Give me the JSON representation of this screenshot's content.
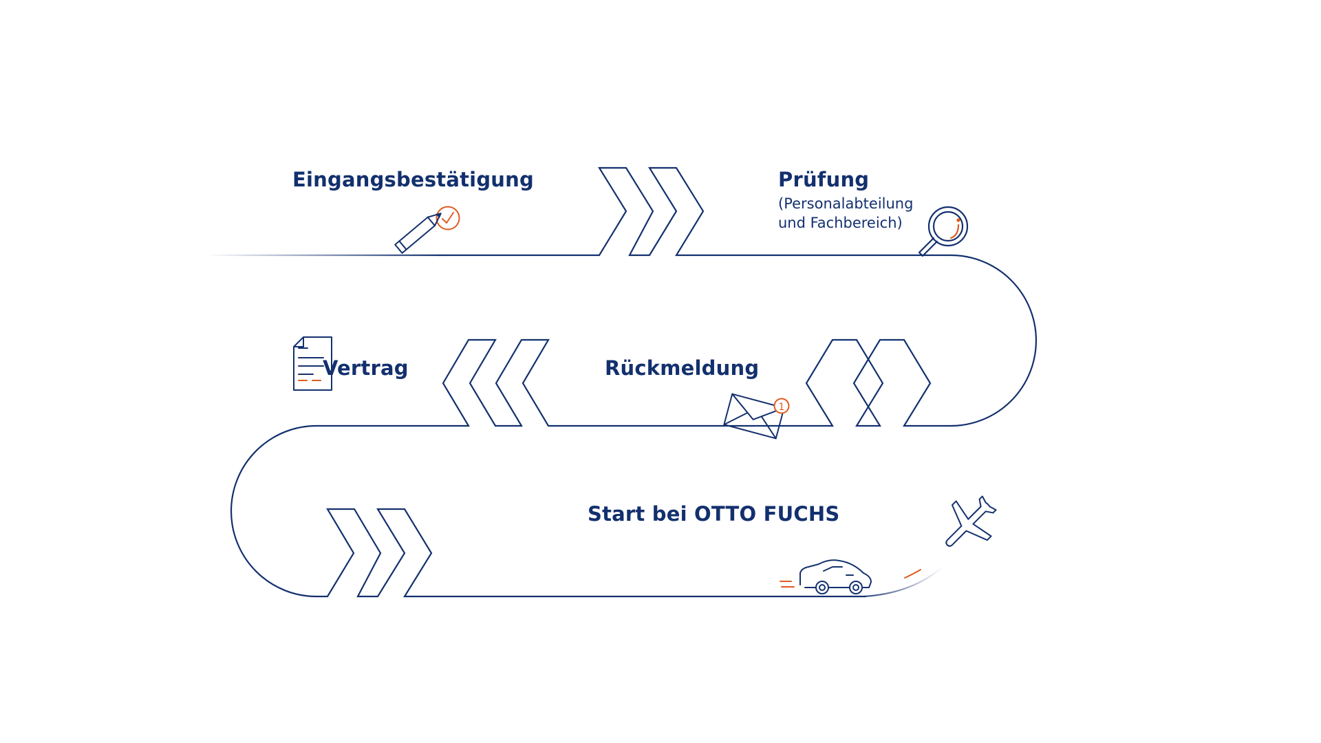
{
  "steps": {
    "eingang": {
      "title": "Eingangsbestätigung"
    },
    "pruefung": {
      "title": "Prüfung",
      "subtitle_line1": "(Personalabteilung",
      "subtitle_line2": "und Fachbereich)"
    },
    "rueckmeldung": {
      "title": "Rückmeldung"
    },
    "vertrag": {
      "title": "Vertrag"
    },
    "start": {
      "title": "Start bei OTTO FUCHS"
    }
  },
  "badges": {
    "mail_count": "1"
  },
  "icons": [
    "pencil-icon",
    "check-circle-icon",
    "magnifier-icon",
    "envelope-icon",
    "document-icon",
    "car-icon",
    "airplane-icon",
    "chevron-right-icon",
    "chevron-left-icon"
  ],
  "colors": {
    "navy": "#13306e",
    "orange": "#e05a1e",
    "white": "#ffffff"
  }
}
